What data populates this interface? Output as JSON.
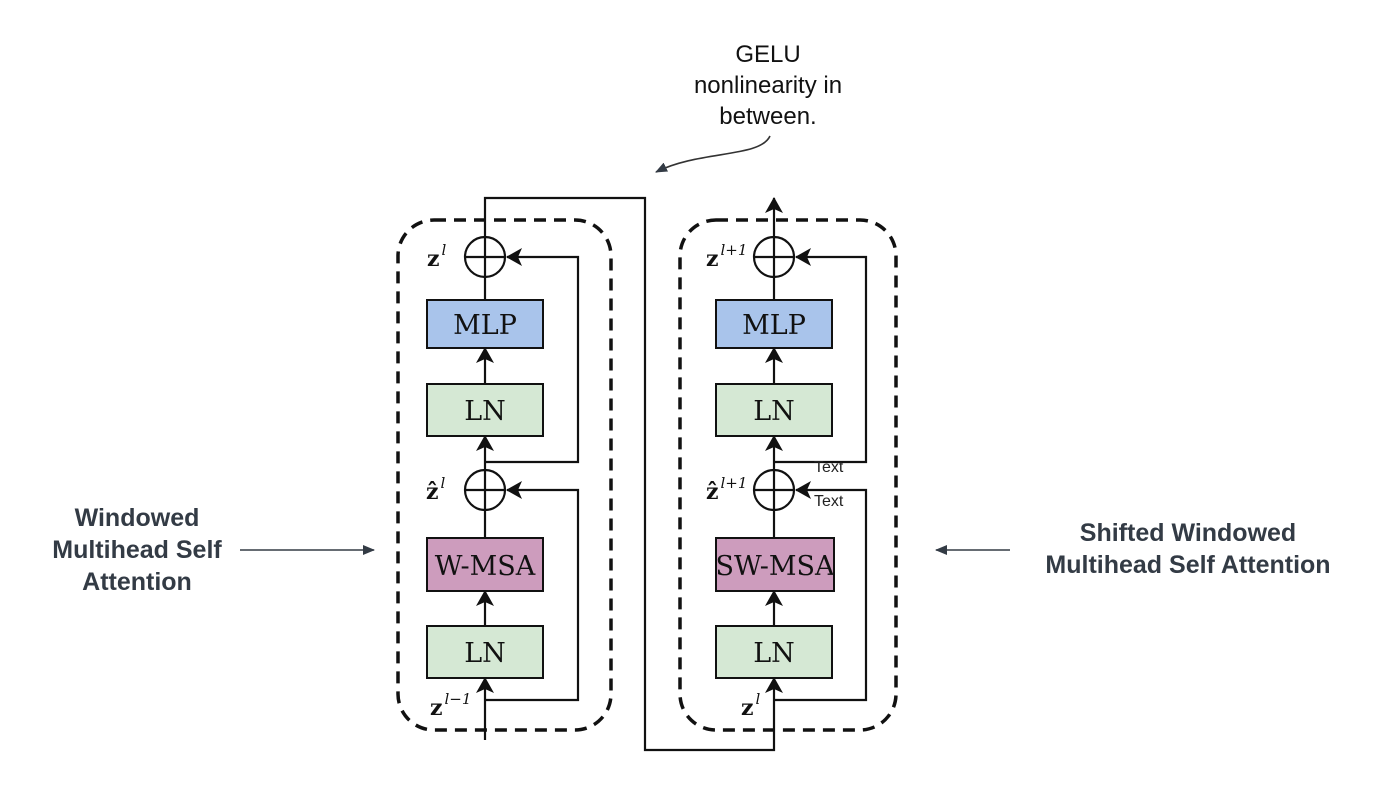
{
  "note": {
    "lines": [
      "GELU",
      "nonlinearity in",
      "between."
    ]
  },
  "left_label": {
    "lines": [
      "Windowed",
      "Multihead Self",
      "Attention"
    ]
  },
  "right_label": {
    "lines": [
      "Shifted Windowed",
      "Multihead Self Attention"
    ]
  },
  "left_block": {
    "mlp": "MLP",
    "ln_top": "LN",
    "attn": "W-MSA",
    "ln_bottom": "LN",
    "out_var": "z",
    "out_sup": "l",
    "mid_var": "ẑ",
    "mid_sup": "l",
    "in_var": "z",
    "in_sup": "l−1"
  },
  "right_block": {
    "mlp": "MLP",
    "ln_top": "LN",
    "attn": "SW-MSA",
    "ln_bottom": "LN",
    "out_var": "z",
    "out_sup": "l+1",
    "mid_var": "ẑ",
    "mid_sup": "l+1",
    "in_var": "z",
    "in_sup": "l",
    "stray_text_1": "Text",
    "stray_text_2": "Text"
  },
  "colors": {
    "mlp": "#a9c4eb",
    "ln": "#d5e8d4",
    "attn": "#cd9cbd",
    "side_text": "#333b45"
  }
}
